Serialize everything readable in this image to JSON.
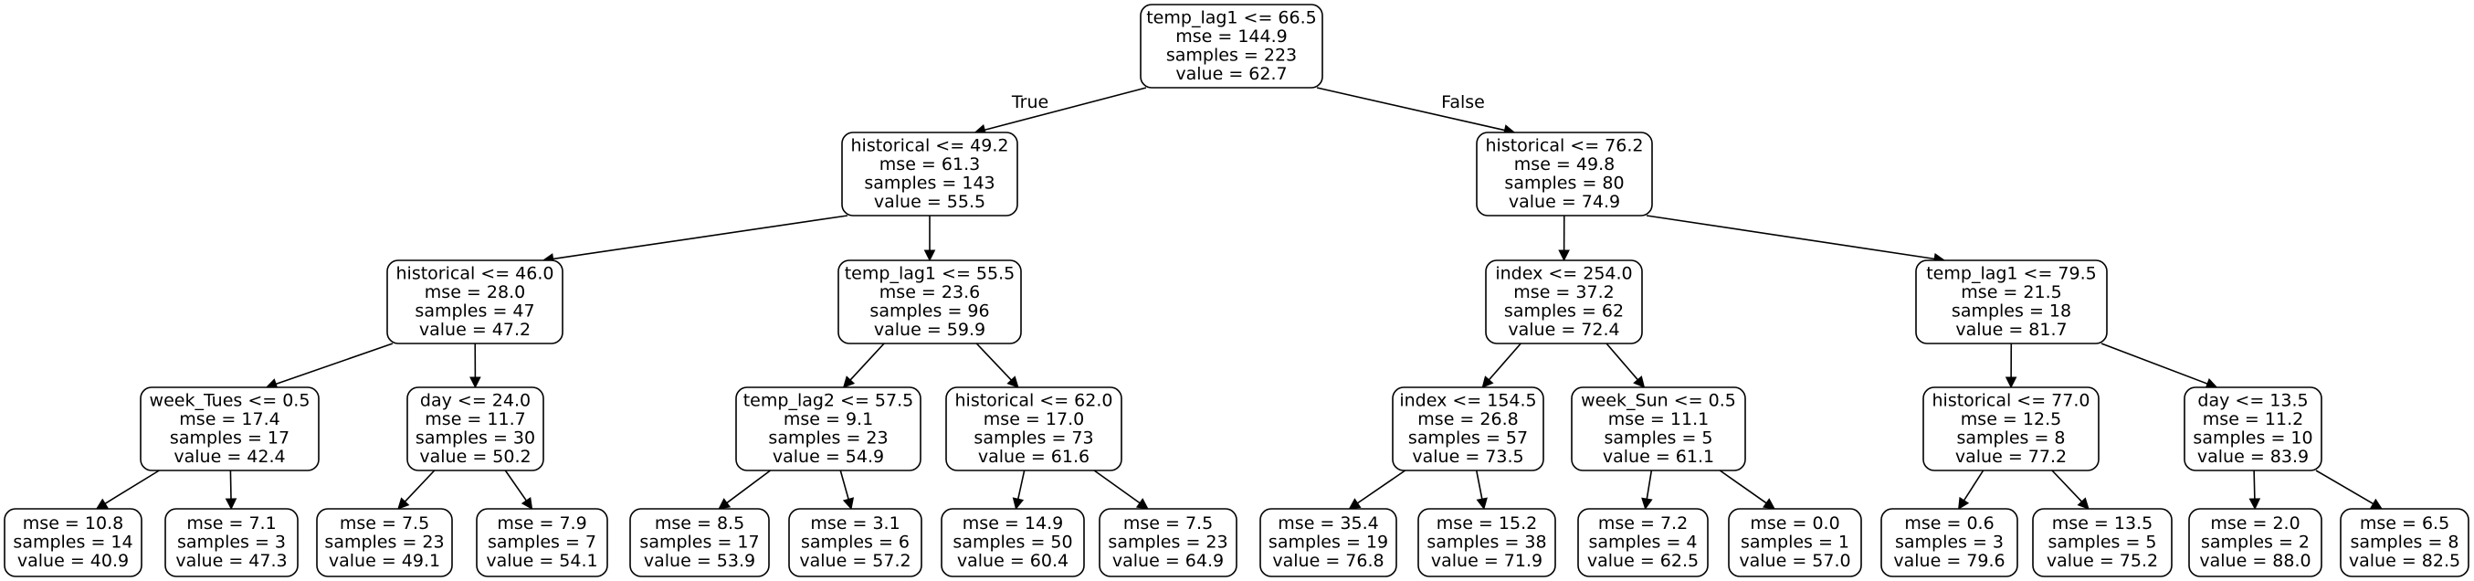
{
  "nodes": [
    {
      "id": "n0",
      "lines": [
        "temp_lag1 <= 66.5",
        "mse = 144.9",
        "samples = 223",
        "value = 62.7"
      ]
    },
    {
      "id": "n1",
      "lines": [
        "historical <= 49.2",
        "mse = 61.3",
        "samples = 143",
        "value = 55.5"
      ]
    },
    {
      "id": "n2",
      "lines": [
        "historical <= 76.2",
        "mse = 49.8",
        "samples = 80",
        "value = 74.9"
      ]
    },
    {
      "id": "n3",
      "lines": [
        "historical <= 46.0",
        "mse = 28.0",
        "samples = 47",
        "value = 47.2"
      ]
    },
    {
      "id": "n4",
      "lines": [
        "temp_lag1 <= 55.5",
        "mse = 23.6",
        "samples = 96",
        "value = 59.9"
      ]
    },
    {
      "id": "n5",
      "lines": [
        "index <= 254.0",
        "mse = 37.2",
        "samples = 62",
        "value = 72.4"
      ]
    },
    {
      "id": "n6",
      "lines": [
        "temp_lag1 <= 79.5",
        "mse = 21.5",
        "samples = 18",
        "value = 81.7"
      ]
    },
    {
      "id": "n7",
      "lines": [
        "week_Tues <= 0.5",
        "mse = 17.4",
        "samples = 17",
        "value = 42.4"
      ]
    },
    {
      "id": "n8",
      "lines": [
        "day <= 24.0",
        "mse = 11.7",
        "samples = 30",
        "value = 50.2"
      ]
    },
    {
      "id": "n9",
      "lines": [
        "temp_lag2 <= 57.5",
        "mse = 9.1",
        "samples = 23",
        "value = 54.9"
      ]
    },
    {
      "id": "n10",
      "lines": [
        "historical <= 62.0",
        "mse = 17.0",
        "samples = 73",
        "value = 61.6"
      ]
    },
    {
      "id": "n11",
      "lines": [
        "index <= 154.5",
        "mse = 26.8",
        "samples = 57",
        "value = 73.5"
      ]
    },
    {
      "id": "n12",
      "lines": [
        "week_Sun <= 0.5",
        "mse = 11.1",
        "samples = 5",
        "value = 61.1"
      ]
    },
    {
      "id": "n13",
      "lines": [
        "historical <= 77.0",
        "mse = 12.5",
        "samples = 8",
        "value = 77.2"
      ]
    },
    {
      "id": "n14",
      "lines": [
        "day <= 13.5",
        "mse = 11.2",
        "samples = 10",
        "value = 83.9"
      ]
    },
    {
      "id": "n15",
      "lines": [
        "mse = 10.8",
        "samples = 14",
        "value = 40.9"
      ]
    },
    {
      "id": "n16",
      "lines": [
        "mse = 7.1",
        "samples = 3",
        "value = 47.3"
      ]
    },
    {
      "id": "n17",
      "lines": [
        "mse = 7.5",
        "samples = 23",
        "value = 49.1"
      ]
    },
    {
      "id": "n18",
      "lines": [
        "mse = 7.9",
        "samples = 7",
        "value = 54.1"
      ]
    },
    {
      "id": "n19",
      "lines": [
        "mse = 8.5",
        "samples = 17",
        "value = 53.9"
      ]
    },
    {
      "id": "n20",
      "lines": [
        "mse = 3.1",
        "samples = 6",
        "value = 57.2"
      ]
    },
    {
      "id": "n21",
      "lines": [
        "mse = 14.9",
        "samples = 50",
        "value = 60.4"
      ]
    },
    {
      "id": "n22",
      "lines": [
        "mse = 7.5",
        "samples = 23",
        "value = 64.9"
      ]
    },
    {
      "id": "n23",
      "lines": [
        "mse = 35.4",
        "samples = 19",
        "value = 76.8"
      ]
    },
    {
      "id": "n24",
      "lines": [
        "mse = 15.2",
        "samples = 38",
        "value = 71.9"
      ]
    },
    {
      "id": "n25",
      "lines": [
        "mse = 7.2",
        "samples = 4",
        "value = 62.5"
      ]
    },
    {
      "id": "n26",
      "lines": [
        "mse = 0.0",
        "samples = 1",
        "value = 57.0"
      ]
    },
    {
      "id": "n27",
      "lines": [
        "mse = 0.6",
        "samples = 3",
        "value = 79.6"
      ]
    },
    {
      "id": "n28",
      "lines": [
        "mse = 13.5",
        "samples = 5",
        "value = 75.2"
      ]
    },
    {
      "id": "n29",
      "lines": [
        "mse = 2.0",
        "samples = 2",
        "value = 88.0"
      ]
    },
    {
      "id": "n30",
      "lines": [
        "mse = 6.5",
        "samples = 8",
        "value = 82.5"
      ]
    }
  ],
  "edges": [
    {
      "from": "n0",
      "to": "n1",
      "label": "True"
    },
    {
      "from": "n0",
      "to": "n2",
      "label": "False"
    },
    {
      "from": "n1",
      "to": "n3"
    },
    {
      "from": "n1",
      "to": "n4"
    },
    {
      "from": "n2",
      "to": "n5"
    },
    {
      "from": "n2",
      "to": "n6"
    },
    {
      "from": "n3",
      "to": "n7"
    },
    {
      "from": "n3",
      "to": "n8"
    },
    {
      "from": "n4",
      "to": "n9"
    },
    {
      "from": "n4",
      "to": "n10"
    },
    {
      "from": "n5",
      "to": "n11"
    },
    {
      "from": "n5",
      "to": "n12"
    },
    {
      "from": "n6",
      "to": "n13"
    },
    {
      "from": "n6",
      "to": "n14"
    },
    {
      "from": "n7",
      "to": "n15"
    },
    {
      "from": "n7",
      "to": "n16"
    },
    {
      "from": "n8",
      "to": "n17"
    },
    {
      "from": "n8",
      "to": "n18"
    },
    {
      "from": "n9",
      "to": "n19"
    },
    {
      "from": "n9",
      "to": "n20"
    },
    {
      "from": "n10",
      "to": "n21"
    },
    {
      "from": "n10",
      "to": "n22"
    },
    {
      "from": "n11",
      "to": "n23"
    },
    {
      "from": "n11",
      "to": "n24"
    },
    {
      "from": "n12",
      "to": "n25"
    },
    {
      "from": "n12",
      "to": "n26"
    },
    {
      "from": "n13",
      "to": "n27"
    },
    {
      "from": "n13",
      "to": "n28"
    },
    {
      "from": "n14",
      "to": "n29"
    },
    {
      "from": "n14",
      "to": "n30"
    }
  ]
}
